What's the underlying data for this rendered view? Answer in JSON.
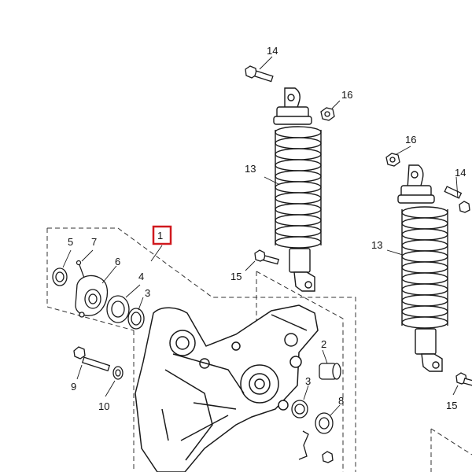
{
  "diagram": {
    "highlight_color": "#d0191e",
    "line_color": "#1a1a1a",
    "callouts": {
      "c1": "1",
      "c2": "2",
      "c3a": "3",
      "c3b": "3",
      "c4": "4",
      "c5": "5",
      "c6": "6",
      "c7": "7",
      "c8": "8",
      "c9": "9",
      "c10": "10",
      "c13a": "13",
      "c13b": "13",
      "c14a": "14",
      "c14b": "14",
      "c15a": "15",
      "c15b": "15",
      "c16a": "16",
      "c16b": "16"
    }
  }
}
